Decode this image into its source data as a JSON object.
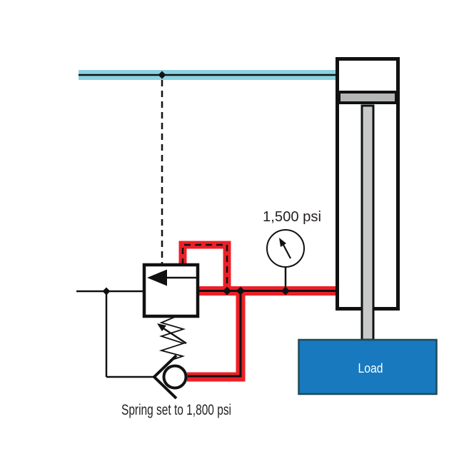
{
  "diagram": {
    "labels": {
      "gauge_reading": "1,500 psi",
      "spring_caption": "Spring set to 1,800 psi",
      "load_label": "Load"
    },
    "colors": {
      "highlight_red": "#EC2027",
      "supply_cyan": "#8BD2E1",
      "load_blue": "#1879BE",
      "load_border": "#1D4A57",
      "piston_gray": "#B5B7B6",
      "rod_gray": "#C8CAC9",
      "line_black": "#111111",
      "text_dark": "#231F20"
    }
  }
}
